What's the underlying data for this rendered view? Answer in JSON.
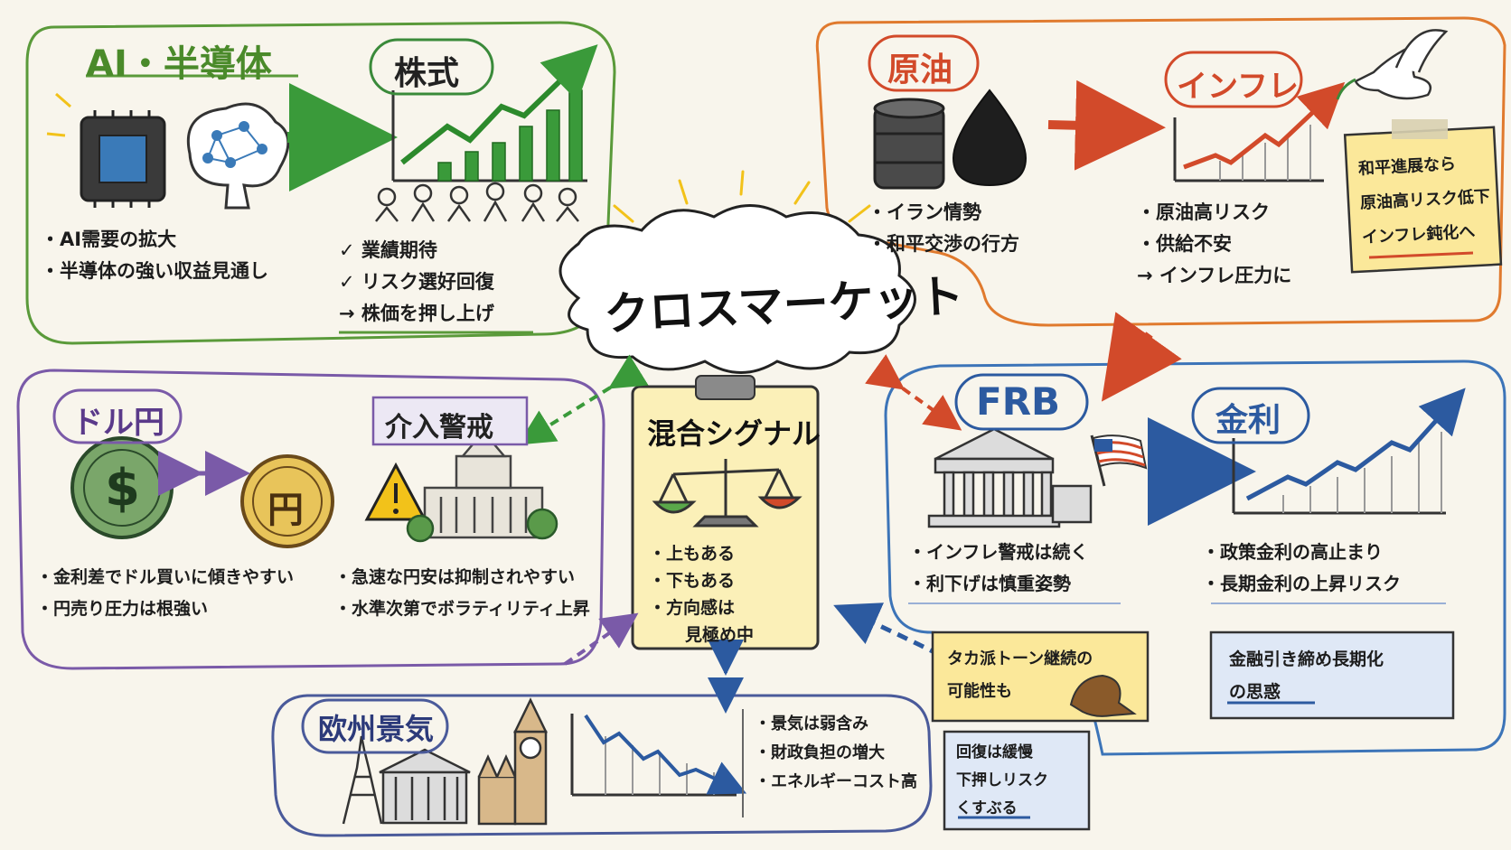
{
  "center": {
    "title": "クロスマーケット"
  },
  "ai": {
    "title": "AI・半導体",
    "bullets": [
      "・AI需要の拡大",
      "・半導体の強い収益見通し"
    ]
  },
  "stocks": {
    "title": "株式",
    "bullets": [
      "✓ 業績期待",
      "✓ リスク選好回復",
      "→ 株価を押し上げ"
    ]
  },
  "oil": {
    "title": "原油",
    "bullets": [
      "・イラン情勢",
      "・和平交渉の行方"
    ]
  },
  "inflation": {
    "title": "インフレ",
    "bullets": [
      "・原油高リスク",
      "・供給不安",
      "→ インフレ圧力に"
    ],
    "note": [
      "和平進展なら",
      "原油高リスク低下",
      "インフレ鈍化へ"
    ]
  },
  "usdjpy": {
    "title": "ドル円",
    "dollar_symbol": "$",
    "yen_symbol": "円",
    "bullets": [
      "・金利差でドル買いに傾きやすい",
      "・円売り圧力は根強い"
    ]
  },
  "intervention": {
    "title": "介入警戒",
    "bullets": [
      "・急速な円安は抑制されやすい",
      "・水準次第でボラティリティ上昇"
    ]
  },
  "mixed": {
    "title": "混合シグナル",
    "bullets": [
      "・上もある",
      "・下もある",
      "・方向感は",
      "見極め中"
    ]
  },
  "frb": {
    "title": "FRB",
    "bullets": [
      "・インフレ警戒は続く",
      "・利下げは慎重姿勢"
    ],
    "note": [
      "タカ派トーン継続の",
      "可能性も"
    ]
  },
  "rates": {
    "title": "金利",
    "bullets": [
      "・政策金利の高止まり",
      "・長期金利の上昇リスク"
    ],
    "note": [
      "金融引き締め長期化",
      "の思惑"
    ]
  },
  "europe": {
    "title": "欧州景気",
    "bullets": [
      "・景気は弱含み",
      "・財政負担の増大",
      "・エネルギーコスト高"
    ],
    "note": [
      "回復は緩慢",
      "下押しリスク",
      "くすぶる"
    ]
  },
  "colors": {
    "ai": "#5a9a3a",
    "oil": "#e07a2e",
    "usdjpy": "#7a5aa8",
    "frb": "#3c74b8",
    "europe": "#4a5a9a",
    "red": "#d24a2a",
    "blue": "#2c5aa0"
  }
}
